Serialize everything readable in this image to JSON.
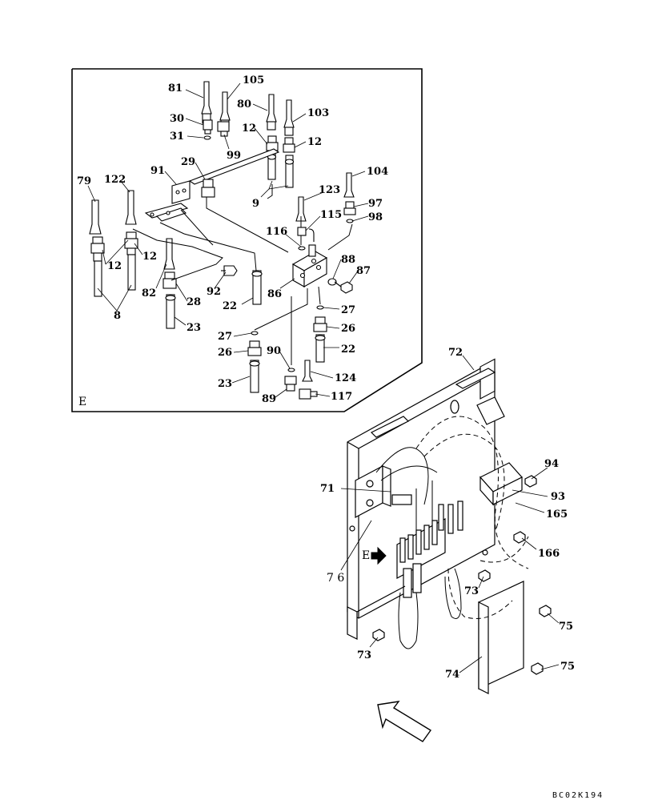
{
  "detail": {
    "view_letter": "E",
    "callouts": [
      {
        "id": "c81",
        "text": "81"
      },
      {
        "id": "c105",
        "text": "105"
      },
      {
        "id": "c80",
        "text": "80"
      },
      {
        "id": "c103",
        "text": "103"
      },
      {
        "id": "c30",
        "text": "30"
      },
      {
        "id": "c31",
        "text": "31"
      },
      {
        "id": "c99",
        "text": "99"
      },
      {
        "id": "c12a",
        "text": "12"
      },
      {
        "id": "c12b",
        "text": "12"
      },
      {
        "id": "c29",
        "text": "29"
      },
      {
        "id": "c91",
        "text": "91"
      },
      {
        "id": "c79",
        "text": "79"
      },
      {
        "id": "c122",
        "text": "122"
      },
      {
        "id": "c104",
        "text": "104"
      },
      {
        "id": "c123",
        "text": "123"
      },
      {
        "id": "c9",
        "text": "9"
      },
      {
        "id": "c97",
        "text": "97"
      },
      {
        "id": "c115",
        "text": "115"
      },
      {
        "id": "c98",
        "text": "98"
      },
      {
        "id": "c116",
        "text": "116"
      },
      {
        "id": "c12c",
        "text": "12"
      },
      {
        "id": "c12d",
        "text": "12"
      },
      {
        "id": "c88",
        "text": "88"
      },
      {
        "id": "c87",
        "text": "87"
      },
      {
        "id": "c92",
        "text": "92"
      },
      {
        "id": "c82",
        "text": "82"
      },
      {
        "id": "c28",
        "text": "28"
      },
      {
        "id": "c86",
        "text": "86"
      },
      {
        "id": "c22a",
        "text": "22"
      },
      {
        "id": "c27a",
        "text": "27"
      },
      {
        "id": "c8",
        "text": "8"
      },
      {
        "id": "c23a",
        "text": "23"
      },
      {
        "id": "c26a",
        "text": "26"
      },
      {
        "id": "c27b",
        "text": "27"
      },
      {
        "id": "c22b",
        "text": "22"
      },
      {
        "id": "c26b",
        "text": "26"
      },
      {
        "id": "c90",
        "text": "90"
      },
      {
        "id": "c124",
        "text": "124"
      },
      {
        "id": "c23b",
        "text": "23"
      },
      {
        "id": "c89",
        "text": "89"
      },
      {
        "id": "c117",
        "text": "117"
      }
    ]
  },
  "assembly": {
    "view_marker": "E",
    "callouts": [
      {
        "id": "a72",
        "text": "72"
      },
      {
        "id": "a94",
        "text": "94"
      },
      {
        "id": "a71",
        "text": "71"
      },
      {
        "id": "a93",
        "text": "93"
      },
      {
        "id": "a165",
        "text": "165"
      },
      {
        "id": "a166",
        "text": "166"
      },
      {
        "id": "a76",
        "text": "7 6"
      },
      {
        "id": "a73a",
        "text": "73"
      },
      {
        "id": "a75a",
        "text": "75"
      },
      {
        "id": "a73b",
        "text": "73"
      },
      {
        "id": "a74",
        "text": "74"
      },
      {
        "id": "a75b",
        "text": "75"
      }
    ]
  },
  "drawing_code": "BC02K194"
}
